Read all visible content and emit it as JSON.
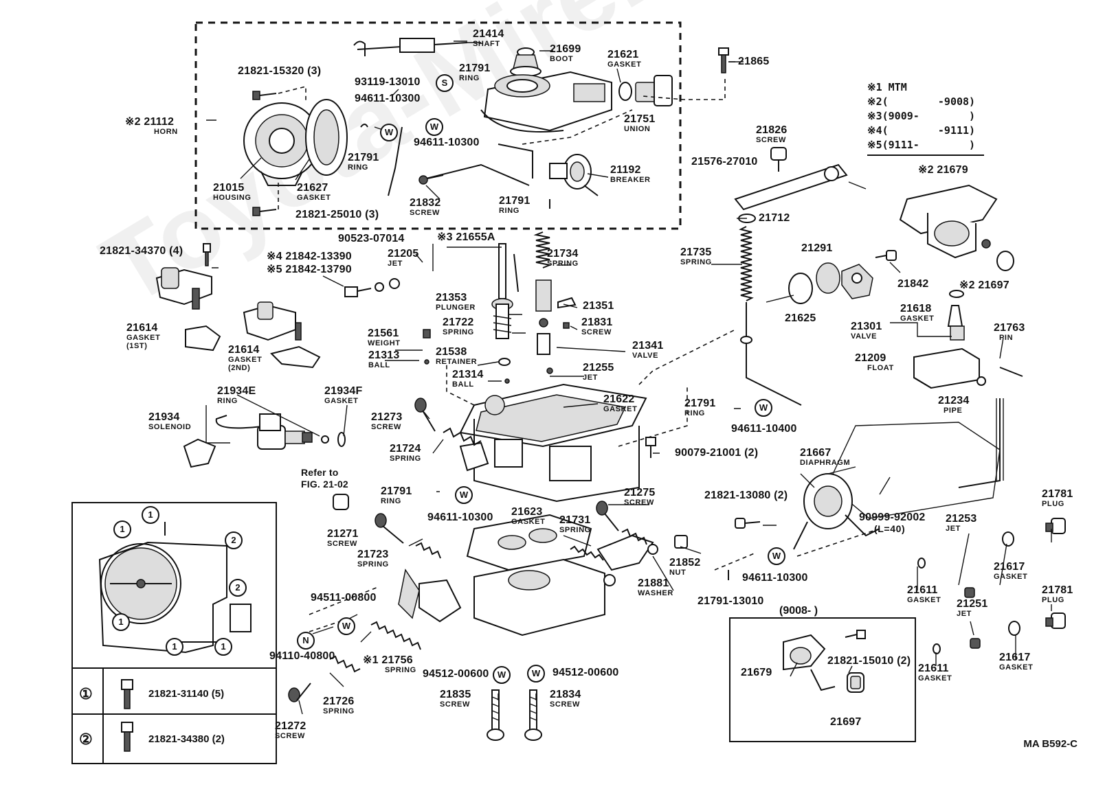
{
  "legend": {
    "rows": [
      {
        "mark": "※1",
        "text": "MTM"
      },
      {
        "mark": "※2",
        "text": "(        -9008)"
      },
      {
        "mark": "※3",
        "text": "(9009-        )"
      },
      {
        "mark": "※4",
        "text": "(        -9111)"
      },
      {
        "mark": "※5",
        "text": "(9111-        )"
      }
    ]
  },
  "watermark": "Toyota-Mirer.ru",
  "figure_code": "MA B592-C",
  "inset_box": {
    "title": "(9008-        )"
  },
  "screw_table": {
    "row1": {
      "ref": "①",
      "part": "21821-31140 (5)"
    },
    "row2": {
      "ref": "②",
      "part": "21821-34380 (2)"
    }
  },
  "refer_note": {
    "line1": "Refer to",
    "line2": "FIG. 21-02"
  },
  "labels": {
    "p21414": {
      "pn": "21414",
      "nm": "SHAFT"
    },
    "p21699": {
      "pn": "21699",
      "nm": "BOOT"
    },
    "p21621": {
      "pn": "21621",
      "nm": "GASKET"
    },
    "p21865": {
      "pn": "21865"
    },
    "p21821_15320": {
      "pn": "21821-15320 (3)"
    },
    "p93119": {
      "pn": "93119-13010"
    },
    "p21791a": {
      "pn": "21791",
      "nm": "RING"
    },
    "p94611a": {
      "pn": "94611-10300"
    },
    "p21112": {
      "pn": "※2  21112",
      "nm": "HORN"
    },
    "p94611b": {
      "pn": "94611-10300"
    },
    "p21751": {
      "pn": "21751",
      "nm": "UNION"
    },
    "p21791b": {
      "pn": "21791",
      "nm": "RING"
    },
    "p21015": {
      "pn": "21015",
      "nm": "HOUSING"
    },
    "p21627": {
      "pn": "21627",
      "nm": "GASKET"
    },
    "p21832": {
      "pn": "21832",
      "nm": "SCREW"
    },
    "p21192": {
      "pn": "21192",
      "nm": "BREAKER"
    },
    "p21791c": {
      "pn": "21791",
      "nm": "RING"
    },
    "p21821_25010": {
      "pn": "21821-25010 (3)"
    },
    "p21826": {
      "pn": "21826",
      "nm": "SCREW"
    },
    "p21576": {
      "pn": "21576-27010"
    },
    "p21679a": {
      "pn": "※2  21679"
    },
    "p21712": {
      "pn": "21712"
    },
    "p90523": {
      "pn": "90523-07014"
    },
    "p21655A": {
      "pn": "※3  21655A"
    },
    "p21205": {
      "pn": "21205",
      "nm": "JET"
    },
    "p21734": {
      "pn": "21734",
      "nm": "SPRING"
    },
    "p21735": {
      "pn": "21735",
      "nm": "SPRING"
    },
    "p21291": {
      "pn": "21291"
    },
    "p21842": {
      "pn": "21842"
    },
    "p21697a": {
      "pn": "※2  21697"
    },
    "p21821_34370": {
      "pn": "21821-34370 (4)"
    },
    "p21842_13390": {
      "pn": "※4  21842-13390"
    },
    "p21842_13790": {
      "pn": "※5  21842-13790"
    },
    "p21353": {
      "pn": "21353",
      "nm": "PLUNGER"
    },
    "p21351": {
      "pn": "21351"
    },
    "p21625": {
      "pn": "21625"
    },
    "p21618": {
      "pn": "21618",
      "nm": "GASKET"
    },
    "p21301": {
      "pn": "21301",
      "nm": "VALVE"
    },
    "p21763": {
      "pn": "21763",
      "nm": "PIN"
    },
    "p21722": {
      "pn": "21722",
      "nm": "SPRING"
    },
    "p21831": {
      "pn": "21831",
      "nm": "SCREW"
    },
    "p21614a": {
      "pn": "21614",
      "nm": "GASKET",
      "nm2": "(1ST)"
    },
    "p21561": {
      "pn": "21561",
      "nm": "WEIGHT"
    },
    "p21341": {
      "pn": "21341",
      "nm": "VALVE"
    },
    "p21209": {
      "pn": "21209",
      "nm": "FLOAT"
    },
    "p21614b": {
      "pn": "21614",
      "nm": "GASKET",
      "nm2": "(2ND)"
    },
    "p21538": {
      "pn": "21538",
      "nm": "RETAINER"
    },
    "p21313": {
      "pn": "21313",
      "nm": "BALL"
    },
    "p21255": {
      "pn": "21255",
      "nm": "JET"
    },
    "p21314": {
      "pn": "21314",
      "nm": "BALL"
    },
    "p21234": {
      "pn": "21234",
      "nm": "PIPE"
    },
    "p21934E": {
      "pn": "21934E",
      "nm": "RING"
    },
    "p21934F": {
      "pn": "21934F",
      "nm": "GASKET"
    },
    "p21622": {
      "pn": "21622",
      "nm": "GASKET"
    },
    "p21791d": {
      "pn": "21791",
      "nm": "RING"
    },
    "p21934": {
      "pn": "21934",
      "nm": "SOLENOID"
    },
    "p21273": {
      "pn": "21273",
      "nm": "SCREW"
    },
    "p94611c": {
      "pn": "94611-10400"
    },
    "p90079": {
      "pn": "90079-21001 (2)"
    },
    "p21724": {
      "pn": "21724",
      "nm": "SPRING"
    },
    "p21667": {
      "pn": "21667",
      "nm": "DIAPHRAGM"
    },
    "p21781a": {
      "pn": "21781",
      "nm": "PLUG"
    },
    "p21791e": {
      "pn": "21791",
      "nm": "RING"
    },
    "p94611d": {
      "pn": "94611-10300"
    },
    "p21275": {
      "pn": "21275",
      "nm": "SCREW"
    },
    "p21821_13080": {
      "pn": "21821-13080 (2)"
    },
    "p90999": {
      "pn": "90999-92002",
      "nm": "(L=40)"
    },
    "p21253": {
      "pn": "21253",
      "nm": "JET"
    },
    "p21623": {
      "pn": "21623",
      "nm": "GASKET"
    },
    "p21731": {
      "pn": "21731",
      "nm": "SPRING"
    },
    "p21271": {
      "pn": "21271",
      "nm": "SCREW"
    },
    "p21617a": {
      "pn": "21617",
      "nm": "GASKET"
    },
    "p21723": {
      "pn": "21723",
      "nm": "SPRING"
    },
    "p21852": {
      "pn": "21852",
      "nm": "NUT"
    },
    "p94611e": {
      "pn": "94611-10300"
    },
    "p21881": {
      "pn": "21881",
      "nm": "WASHER"
    },
    "p21611a": {
      "pn": "21611",
      "nm": "GASKET"
    },
    "p21781b": {
      "pn": "21781",
      "nm": "PLUG"
    },
    "p94511": {
      "pn": "94511-00800"
    },
    "p21791_13010": {
      "pn": "21791-13010"
    },
    "p21251": {
      "pn": "21251",
      "nm": "JET"
    },
    "p94110": {
      "pn": "94110-40800"
    },
    "p21756": {
      "pn": "※1  21756",
      "nm": "SPRING"
    },
    "p94512a": {
      "pn": "94512-00600"
    },
    "p94512b": {
      "pn": "94512-00600"
    },
    "p21679b": {
      "pn": "21679"
    },
    "p21821_15010": {
      "pn": "21821-15010 (2)"
    },
    "p21611b": {
      "pn": "21611",
      "nm": "GASKET"
    },
    "p21617b": {
      "pn": "21617",
      "nm": "GASKET"
    },
    "p21726": {
      "pn": "21726",
      "nm": "SPRING"
    },
    "p21835": {
      "pn": "21835",
      "nm": "SCREW"
    },
    "p21834": {
      "pn": "21834",
      "nm": "SCREW"
    },
    "p21272": {
      "pn": "21272",
      "nm": "SCREW"
    },
    "p21697b": {
      "pn": "21697"
    }
  },
  "washer_marks": {
    "s": "S",
    "w": "W",
    "n": "N"
  },
  "inset_refs": {
    "one": "1",
    "two": "2"
  }
}
